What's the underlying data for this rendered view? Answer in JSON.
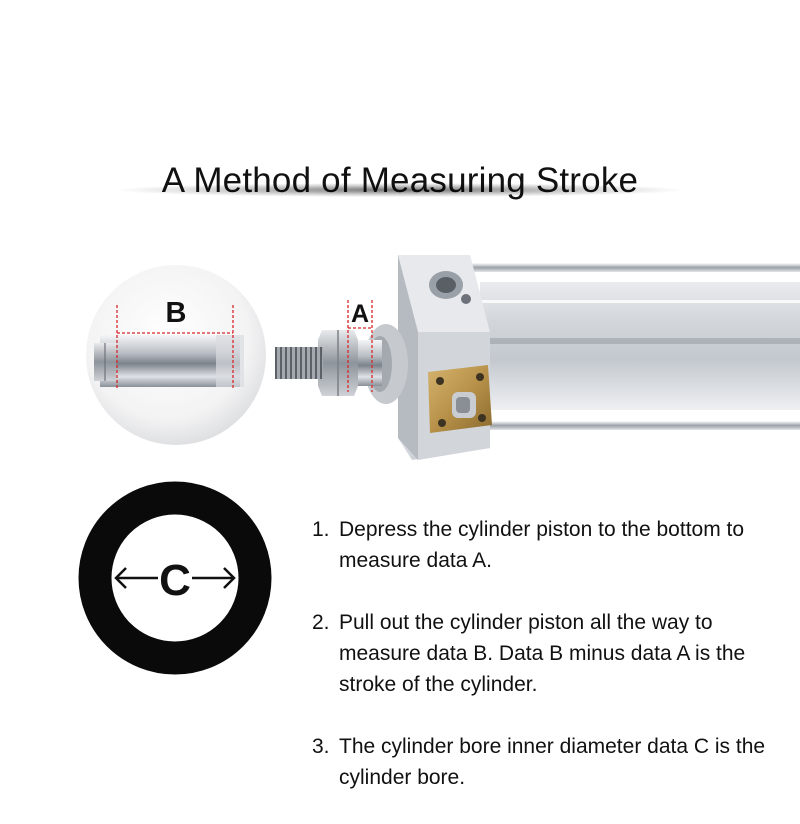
{
  "title": "A Method of Measuring Stroke",
  "labels": {
    "a": "A",
    "b": "B",
    "c": "C"
  },
  "colors": {
    "dimension_line": "#d8262a",
    "ring": "#0a0a0a",
    "cylinder_body": "#cfd3d8",
    "brass_plate": "#b8924a"
  },
  "steps": [
    {
      "number": "1.",
      "text": "Depress the cylinder piston to the bottom to measure data A."
    },
    {
      "number": "2.",
      "text": "Pull out the cylinder piston all the way to measure data B. Data B minus data A is the stroke of the cylinder."
    },
    {
      "number": "3.",
      "text": "The cylinder bore inner diameter data C is the cylinder bore."
    }
  ]
}
